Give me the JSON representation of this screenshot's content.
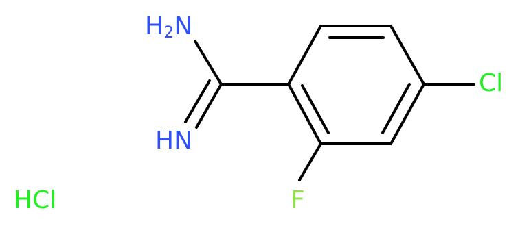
{
  "molecule": {
    "atoms": {
      "amidine_nh2": {
        "main": "H",
        "sub": "2",
        "tail": "N",
        "color": "#3050F8"
      },
      "amidine_nh": {
        "text": "HN",
        "color": "#3050F8"
      },
      "chlorine": {
        "text": "Cl",
        "color": "#1FF01F"
      },
      "fluorine": {
        "text": "F",
        "color": "#90E050"
      },
      "counterion": {
        "text": "HCl",
        "color": "#1FF01F"
      }
    },
    "bond_color": "#000000"
  }
}
